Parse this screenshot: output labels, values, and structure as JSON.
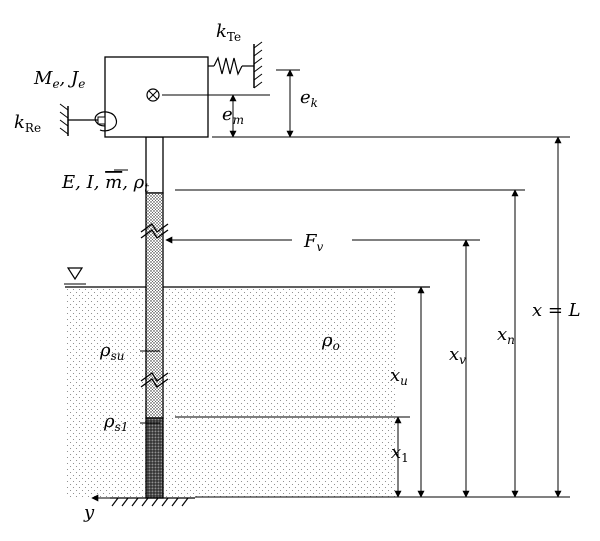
{
  "labels": {
    "k_te": "k",
    "k_te_sub": "Te",
    "me_je": "M",
    "me_sub": "e",
    "je": ", J",
    "je_sub": "e",
    "k_re": "k",
    "k_re_sub": "Re",
    "e_k": "e",
    "e_k_sub": "k",
    "e_m": "e",
    "e_m_sub": "m",
    "props": "E, I, ",
    "m_bar": "m",
    "rho_t": ", ρ",
    "rho_t_sub": "t",
    "f_v": "F",
    "f_v_sub": "v",
    "x_L": "x = L",
    "x_n": "x",
    "x_n_sub": "n",
    "x_v": "x",
    "x_v_sub": "v",
    "x_u": "x",
    "x_u_sub": "u",
    "x_1": "x",
    "x_1_sub": "1",
    "rho_su": "ρ",
    "rho_su_sub": "su",
    "rho_o": "ρ",
    "rho_o_sub": "o",
    "rho_s1": "ρ",
    "rho_s1_sub": "s1",
    "y_axis": "y"
  }
}
